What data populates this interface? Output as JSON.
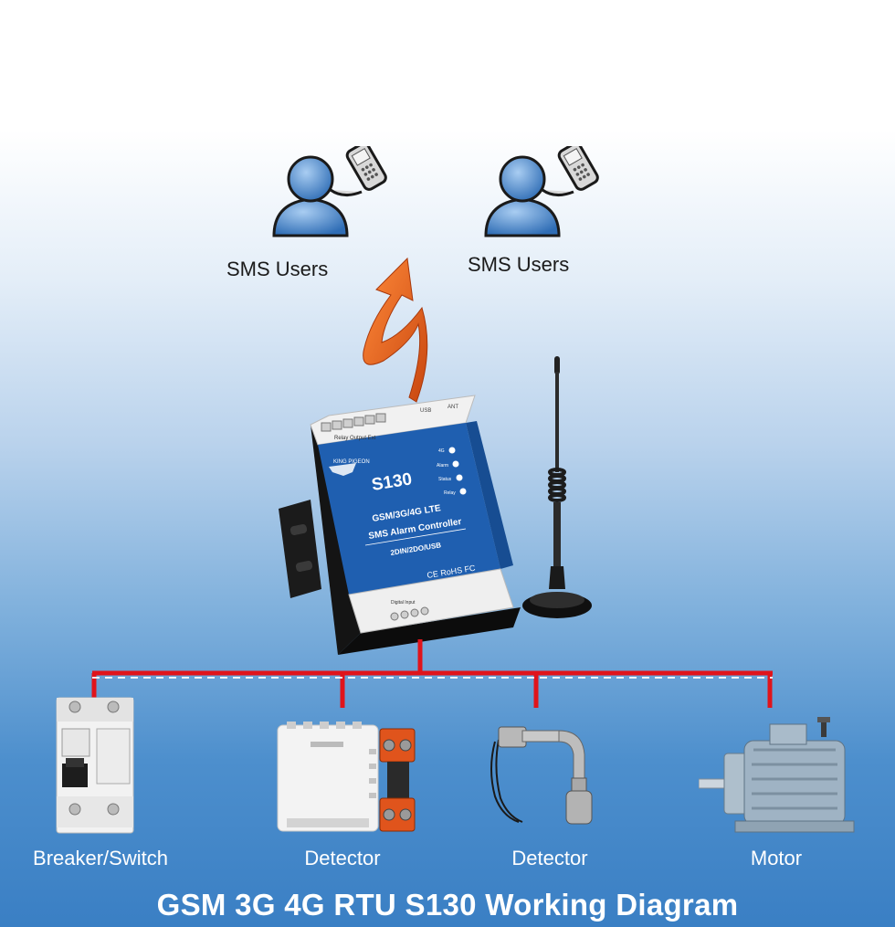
{
  "users": [
    {
      "label": "SMS Users"
    },
    {
      "label": "SMS Users"
    }
  ],
  "controller": {
    "brand": "KING PIGEON",
    "model": "S130",
    "line1": "GSM/3G/4G LTE",
    "line2": "SMS Alarm Controller",
    "line3": "2DIN/2DO/USB",
    "certs": "CE RoHS FC",
    "leds": [
      "4G",
      "Alarm",
      "Status",
      "Relay"
    ],
    "top_ports": [
      "USB",
      "ANT"
    ],
    "top_terminal": "Relay Output Ext",
    "bottom_terminal": "Digital Input"
  },
  "devices": [
    {
      "label": "Breaker/Switch"
    },
    {
      "label": "Detector"
    },
    {
      "label": "Detector"
    },
    {
      "label": "Motor"
    }
  ],
  "title": "GSM 3G 4G RTU S130 Working Diagram",
  "colors": {
    "bus_line": "#e0141b",
    "arrow": "#e8621c",
    "user_body": "#3f7dc4",
    "controller_blue": "#1f5fb0",
    "background_top": "#ffffff",
    "background_bottom": "#3a7fc4"
  }
}
